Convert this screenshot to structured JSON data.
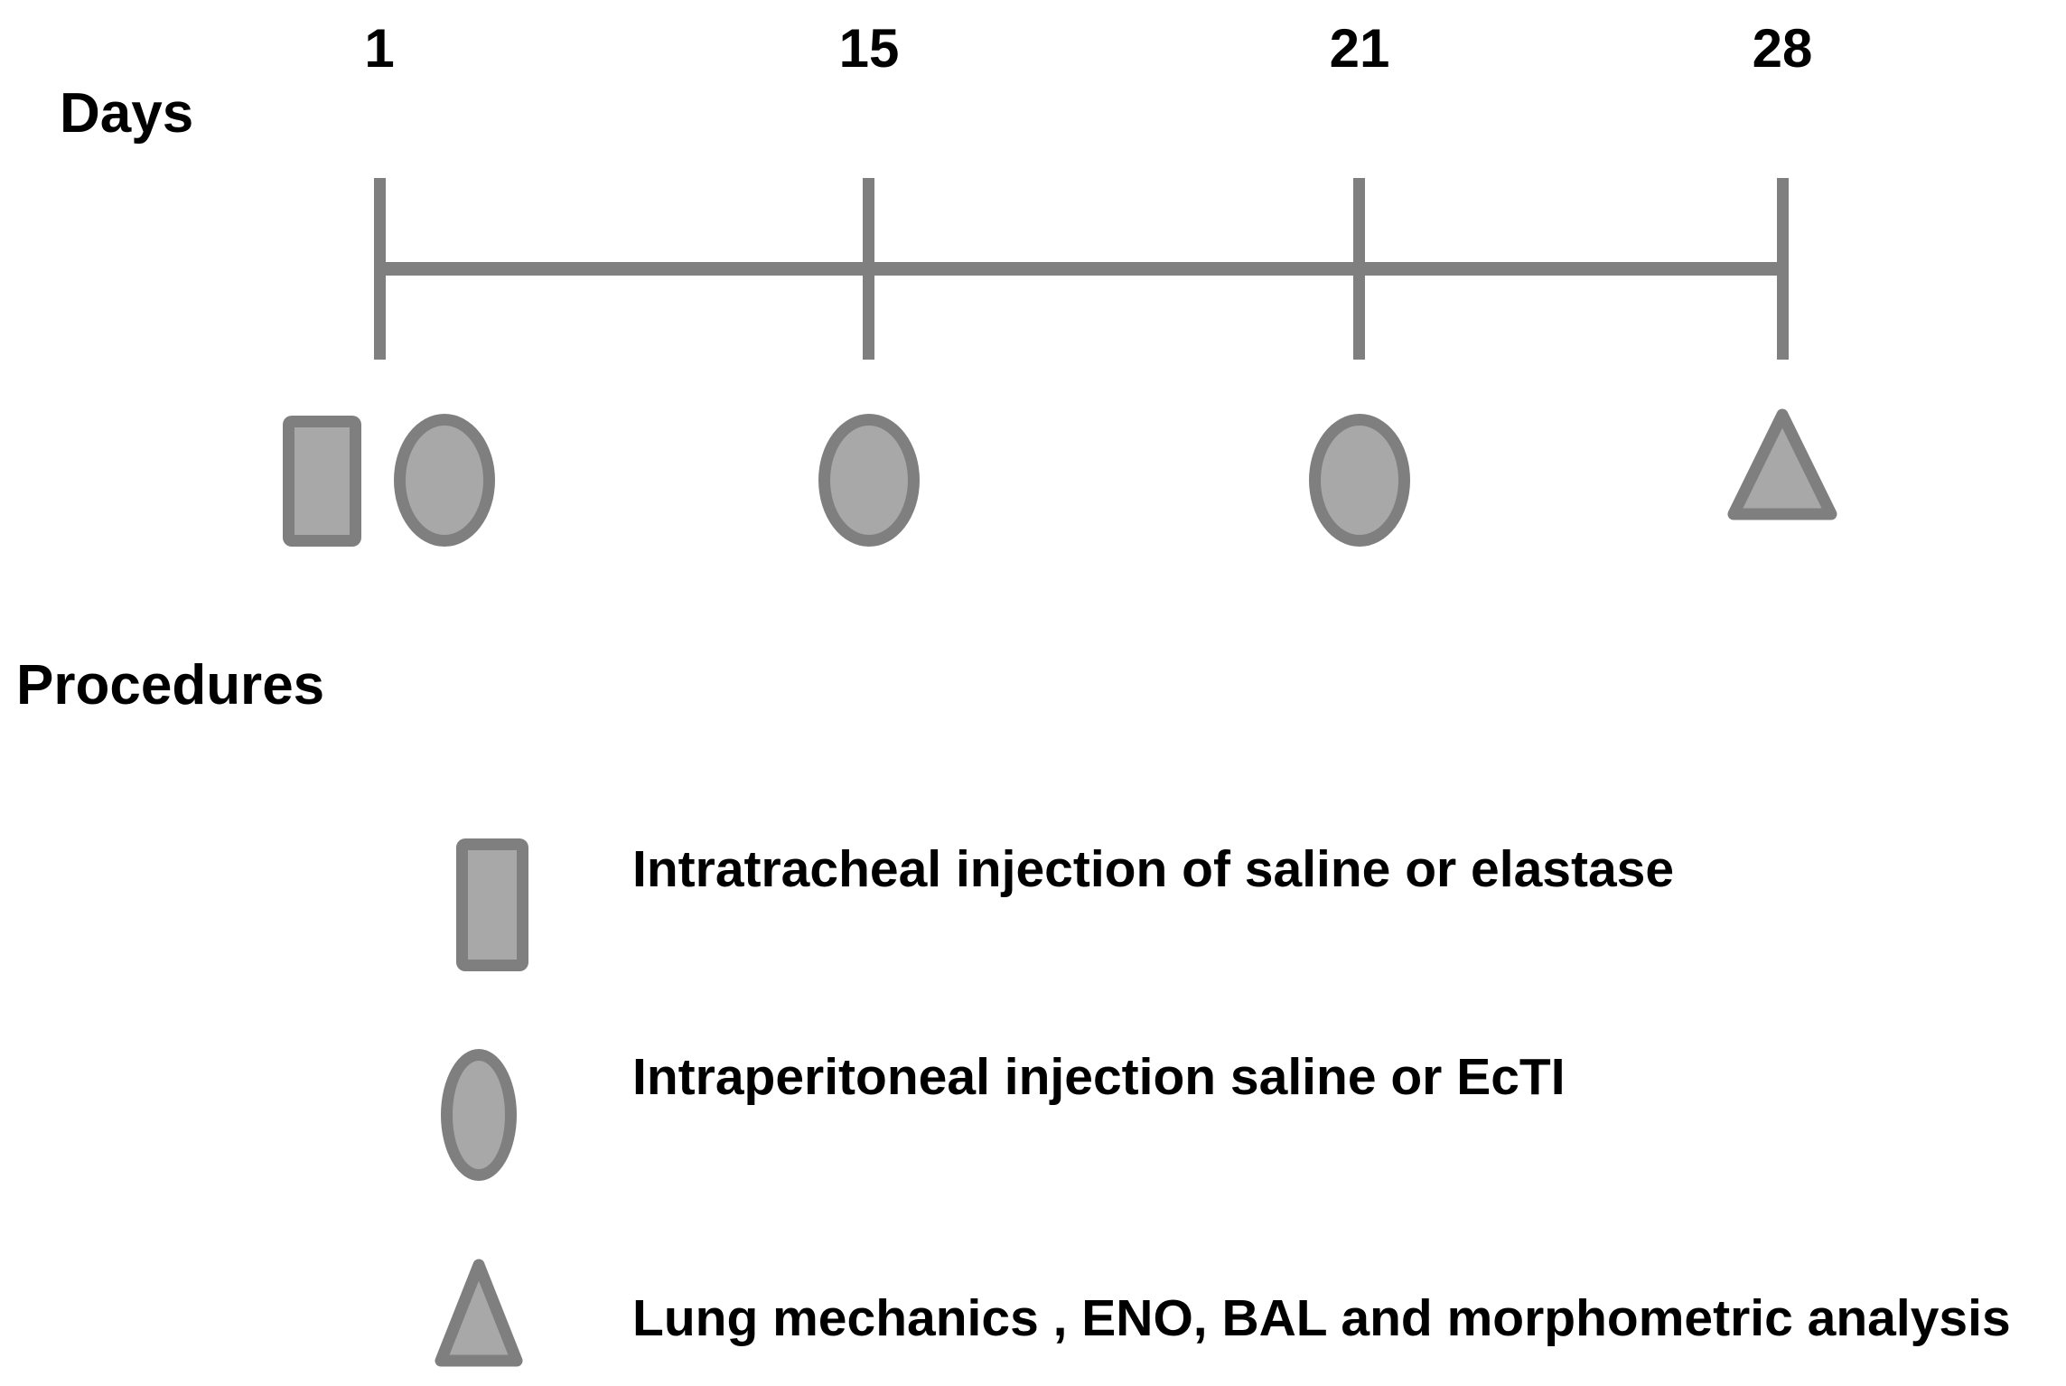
{
  "colors": {
    "shape-stroke": "#7f7f7f",
    "shape-fill": "#a8a8a8",
    "text": "#000000",
    "background": "#ffffff"
  },
  "timeline": {
    "axis_label": "Days",
    "days": [
      "1",
      "15",
      "21",
      "28"
    ],
    "markers": [
      {
        "day": "1",
        "shapes": [
          "rectangle",
          "ellipse"
        ]
      },
      {
        "day": "15",
        "shapes": [
          "ellipse"
        ]
      },
      {
        "day": "21",
        "shapes": [
          "ellipse"
        ]
      },
      {
        "day": "28",
        "shapes": [
          "triangle"
        ]
      }
    ]
  },
  "procedures": {
    "section_label": "Procedures",
    "legend": [
      {
        "shape": "rectangle",
        "label": "Intratracheal injection of saline or elastase"
      },
      {
        "shape": "ellipse",
        "label": "Intraperitoneal injection saline or EcTI"
      },
      {
        "shape": "triangle",
        "label": "Lung mechanics , ENO, BAL and morphometric analysis"
      }
    ]
  }
}
